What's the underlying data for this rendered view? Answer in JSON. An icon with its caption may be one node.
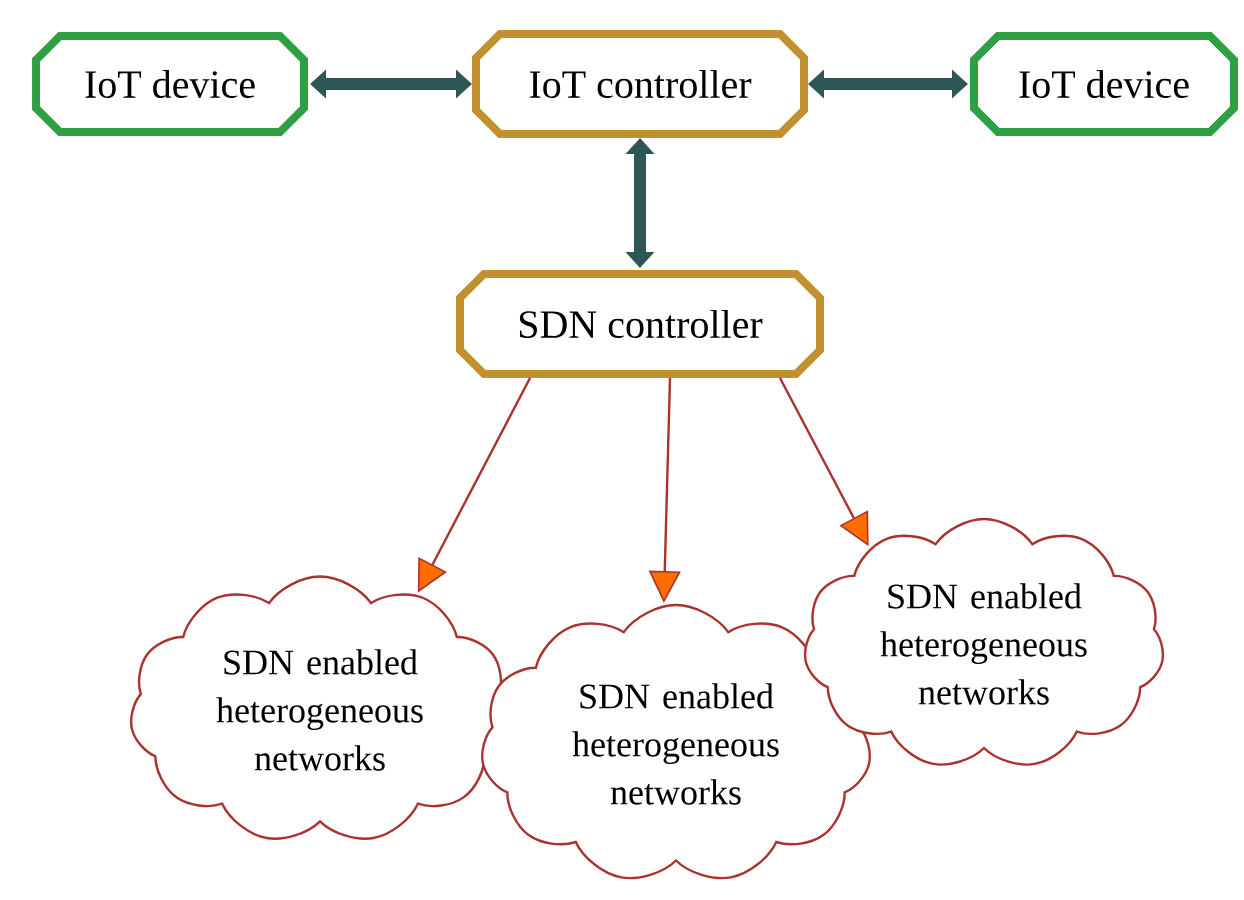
{
  "diagram": {
    "nodes": [
      {
        "text": [
          "IoT device"
        ]
      },
      {
        "text": [
          "IoT controller"
        ]
      },
      {
        "text": [
          "IoT device"
        ]
      },
      {
        "text": [
          "SDN controller"
        ]
      },
      {
        "text": [
          "SDN enabled heterogeneous networks"
        ]
      },
      {
        "text": [
          "SDN enabled heterogeneous networks"
        ]
      },
      {
        "text": [
          "SDN enabled heterogeneous networks"
        ]
      }
    ],
    "edges": [
      {
        "from": 1,
        "to": 0,
        "arrow": "both",
        "style": "thick",
        "color": "#2f5656"
      },
      {
        "from": 1,
        "to": 2,
        "arrow": "both",
        "style": "thick",
        "color": "#2f5656"
      },
      {
        "from": 1,
        "to": 3,
        "arrow": "both",
        "style": "thick",
        "color": "#2f5656"
      },
      {
        "from": 3,
        "to": 4,
        "arrow": "to",
        "color": "#a8332f"
      },
      {
        "from": 3,
        "to": 5,
        "arrow": "to",
        "color": "#a8332f"
      },
      {
        "from": 3,
        "to": 6,
        "arrow": "to",
        "color": "#a8332f"
      }
    ]
  }
}
